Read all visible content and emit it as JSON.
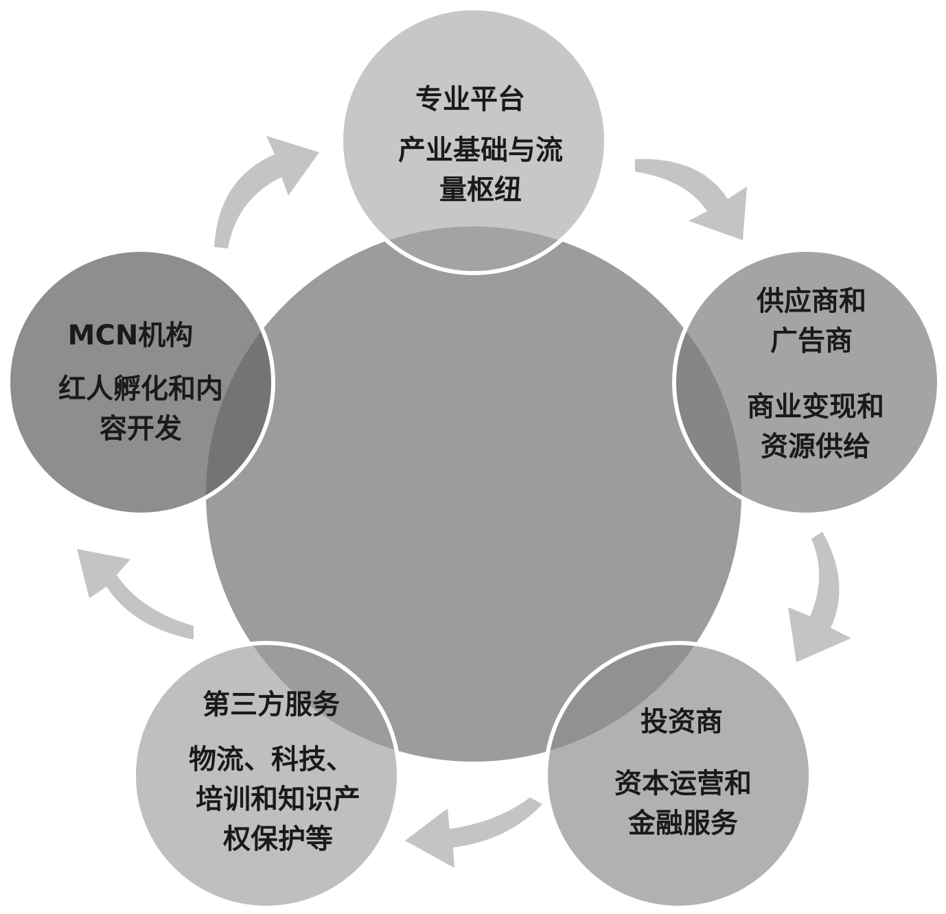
{
  "colors": {
    "center": "#9c9c9c",
    "arrow": "#c4c4c4",
    "node_stroke": "#ffffff"
  },
  "nodes": [
    {
      "id": "platform",
      "title": "专业平台",
      "desc_lines": [
        "产业基础与流",
        "量枢纽"
      ],
      "fill": "#c7c7c7"
    },
    {
      "id": "supplier",
      "title_lines": [
        "供应商和",
        "广告商"
      ],
      "desc_lines": [
        "商业变现和",
        "资源供给"
      ],
      "fill": "#a4a4a4"
    },
    {
      "id": "investor",
      "title": "投资商",
      "desc_lines": [
        "资本运营和",
        "金融服务"
      ],
      "fill": "#b1b1b1"
    },
    {
      "id": "third-party",
      "title": "第三方服务",
      "desc_lines": [
        "物流、科技、",
        "培训和知识产",
        "权保护等"
      ],
      "fill": "#bfbfbf"
    },
    {
      "id": "mcn",
      "title": "MCN机构",
      "desc_lines": [
        "红人孵化和内",
        "容开发"
      ],
      "fill": "#8e8e8e"
    }
  ]
}
